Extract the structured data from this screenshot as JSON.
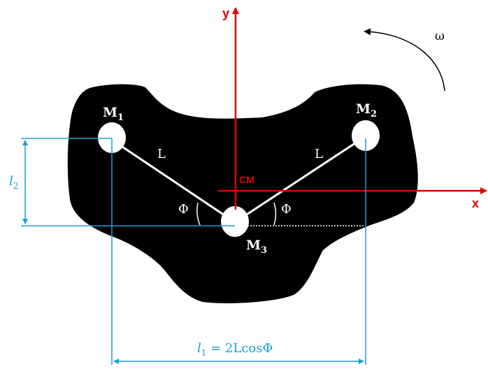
{
  "labels": {
    "m1": "M",
    "m1_sub": "1",
    "m2": "M",
    "m2_sub": "2",
    "m3": "M",
    "m3_sub": "3",
    "rod_left": "L",
    "rod_right": "L",
    "angle_left": "Φ",
    "angle_right": "Φ",
    "cm": "CM",
    "axis_x": "x",
    "axis_y": "y",
    "omega": "ω",
    "l2_main": "l",
    "l2_sub": "2",
    "l1_main": "l",
    "l1_sub": "1",
    "l1_eq": " = 2LcosΦ"
  },
  "colors": {
    "body": "#000000",
    "rod": "#ffffff",
    "axis": "#e00000",
    "dimension": "#1aa0d8",
    "text_dark": "#000000",
    "text_light": "#ffffff"
  }
}
